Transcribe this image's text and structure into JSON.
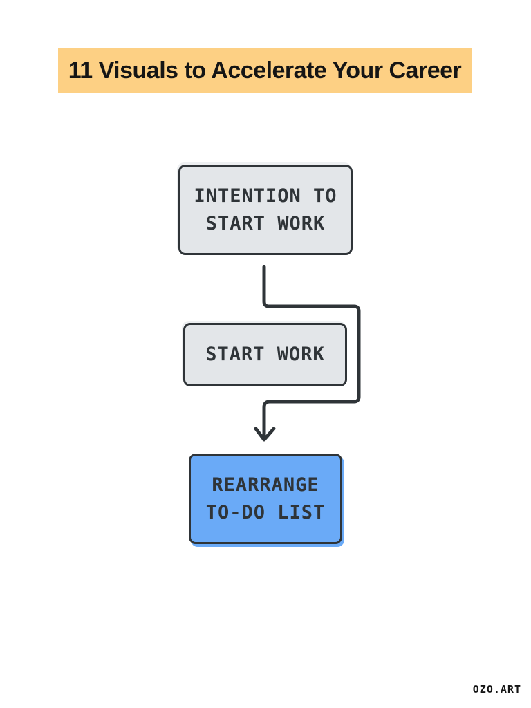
{
  "header": {
    "title": "11 Visuals to Accelerate Your Career"
  },
  "diagram": {
    "boxes": [
      {
        "line1": "INTENTION TO",
        "line2": "START WORK"
      },
      {
        "line1": "START WORK"
      },
      {
        "line1": "REARRANGE",
        "line2": "TO-DO LIST"
      }
    ]
  },
  "footer": {
    "brand": "OZO.ART"
  },
  "colors": {
    "title_band": "#fdd084",
    "box_gray": "#e3e6e9",
    "box_highlight": "#6aaaf7",
    "stroke": "#2f3438"
  }
}
